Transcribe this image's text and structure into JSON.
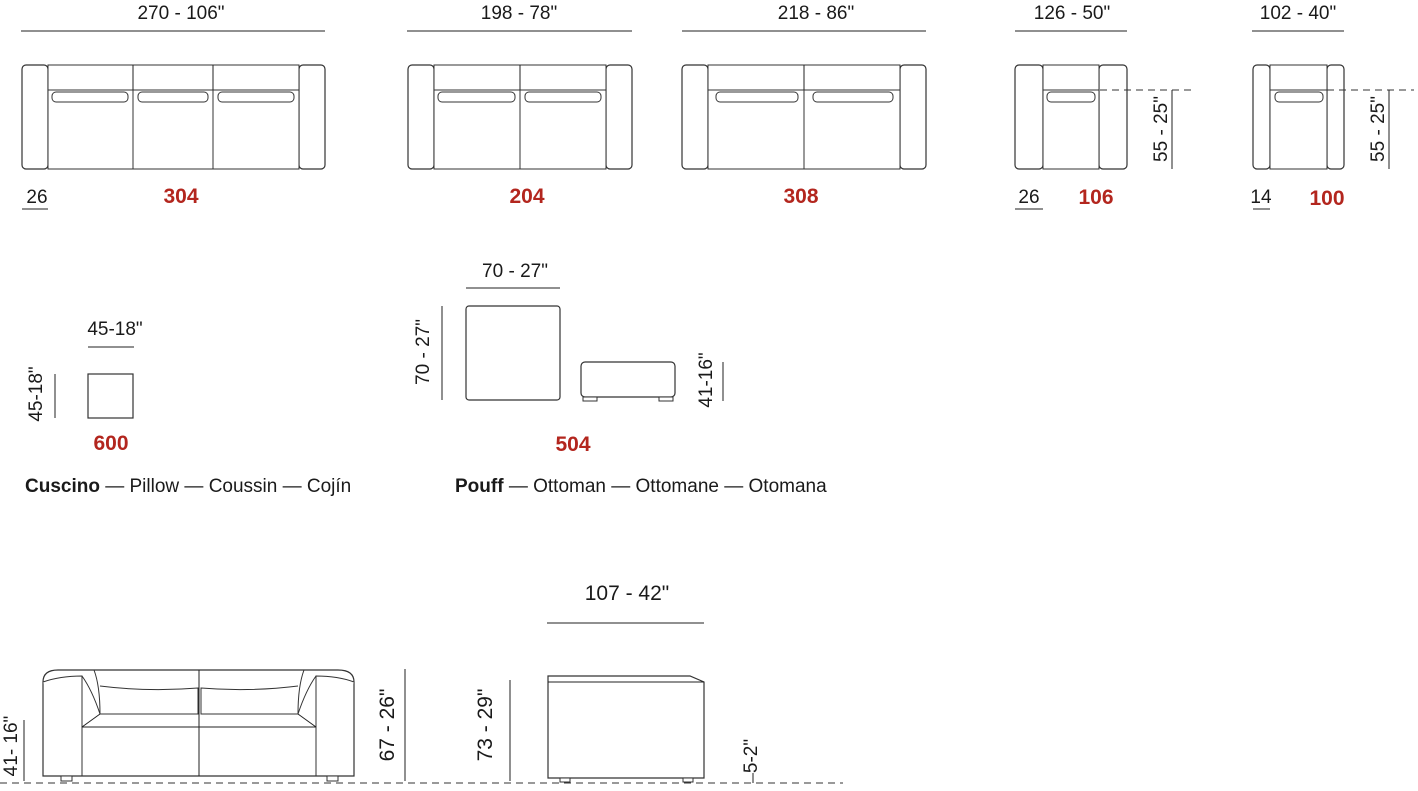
{
  "colors": {
    "code": "#b3261e",
    "ink": "#1a1a1a"
  },
  "modules": [
    {
      "width_label": "270 - 106\"",
      "arm_label": "26",
      "code": "304"
    },
    {
      "width_label": "198 - 78\"",
      "code": "204"
    },
    {
      "width_label": "218 - 86\"",
      "code": "308"
    },
    {
      "width_label": "126 - 50\"",
      "arm_label": "26",
      "code": "106",
      "height_label": "55 - 25\""
    },
    {
      "width_label": "102 - 40\"",
      "arm_label": "14",
      "code": "100",
      "height_label": "55 - 25\""
    }
  ],
  "pillow": {
    "width_label": "45-18\"",
    "height_label": "45-18\"",
    "code": "600",
    "caption": {
      "bold": "Cuscino",
      "rest": " — Pillow — Coussin — Cojín"
    }
  },
  "ottoman": {
    "width_label": "70 - 27\"",
    "depth_label": "70 - 27\"",
    "height_label": "41-16\"",
    "code": "504",
    "caption": {
      "bold": "Pouff",
      "rest": " — Ottoman — Ottomane — Otomana"
    }
  },
  "elevation": {
    "seat_height_label": "41- 16\"",
    "back_height_label": "67 - 26\"",
    "total_height_label": "73 - 29\"",
    "depth_label": "107 - 42\"",
    "feet_label": "5-2\""
  }
}
